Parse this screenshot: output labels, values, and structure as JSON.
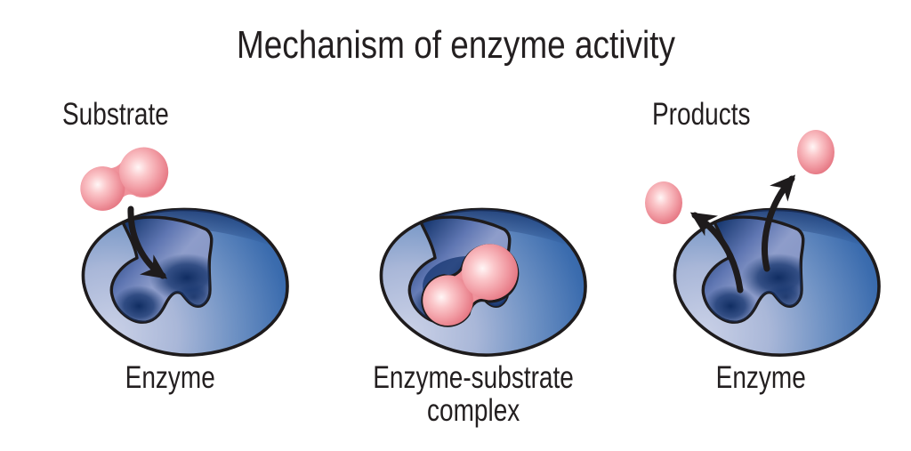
{
  "title": "Mechanism of enzyme activity",
  "panels": {
    "left": {
      "top_label": "Substrate",
      "bottom_label": "Enzyme"
    },
    "middle": {
      "bottom_label_line1": "Enzyme-substrate",
      "bottom_label_line2": "complex"
    },
    "right": {
      "top_label": "Products",
      "bottom_label": "Enzyme"
    }
  },
  "colors": {
    "background": "#ffffff",
    "text": "#231f20",
    "outline": "#1e1b1c",
    "arrow": "#1e1b1c",
    "enzyme_body_light": "#cad1e7",
    "enzyme_body_mid": "#6f92c4",
    "enzyme_body_dark": "#2b5a9c",
    "active_site_light": "#8e9dca",
    "active_site_dark": "#16336b",
    "molecule_highlight": "#fff6f6",
    "molecule_pink": "#f19ba3",
    "molecule_pink_dark": "#e36f7c"
  }
}
